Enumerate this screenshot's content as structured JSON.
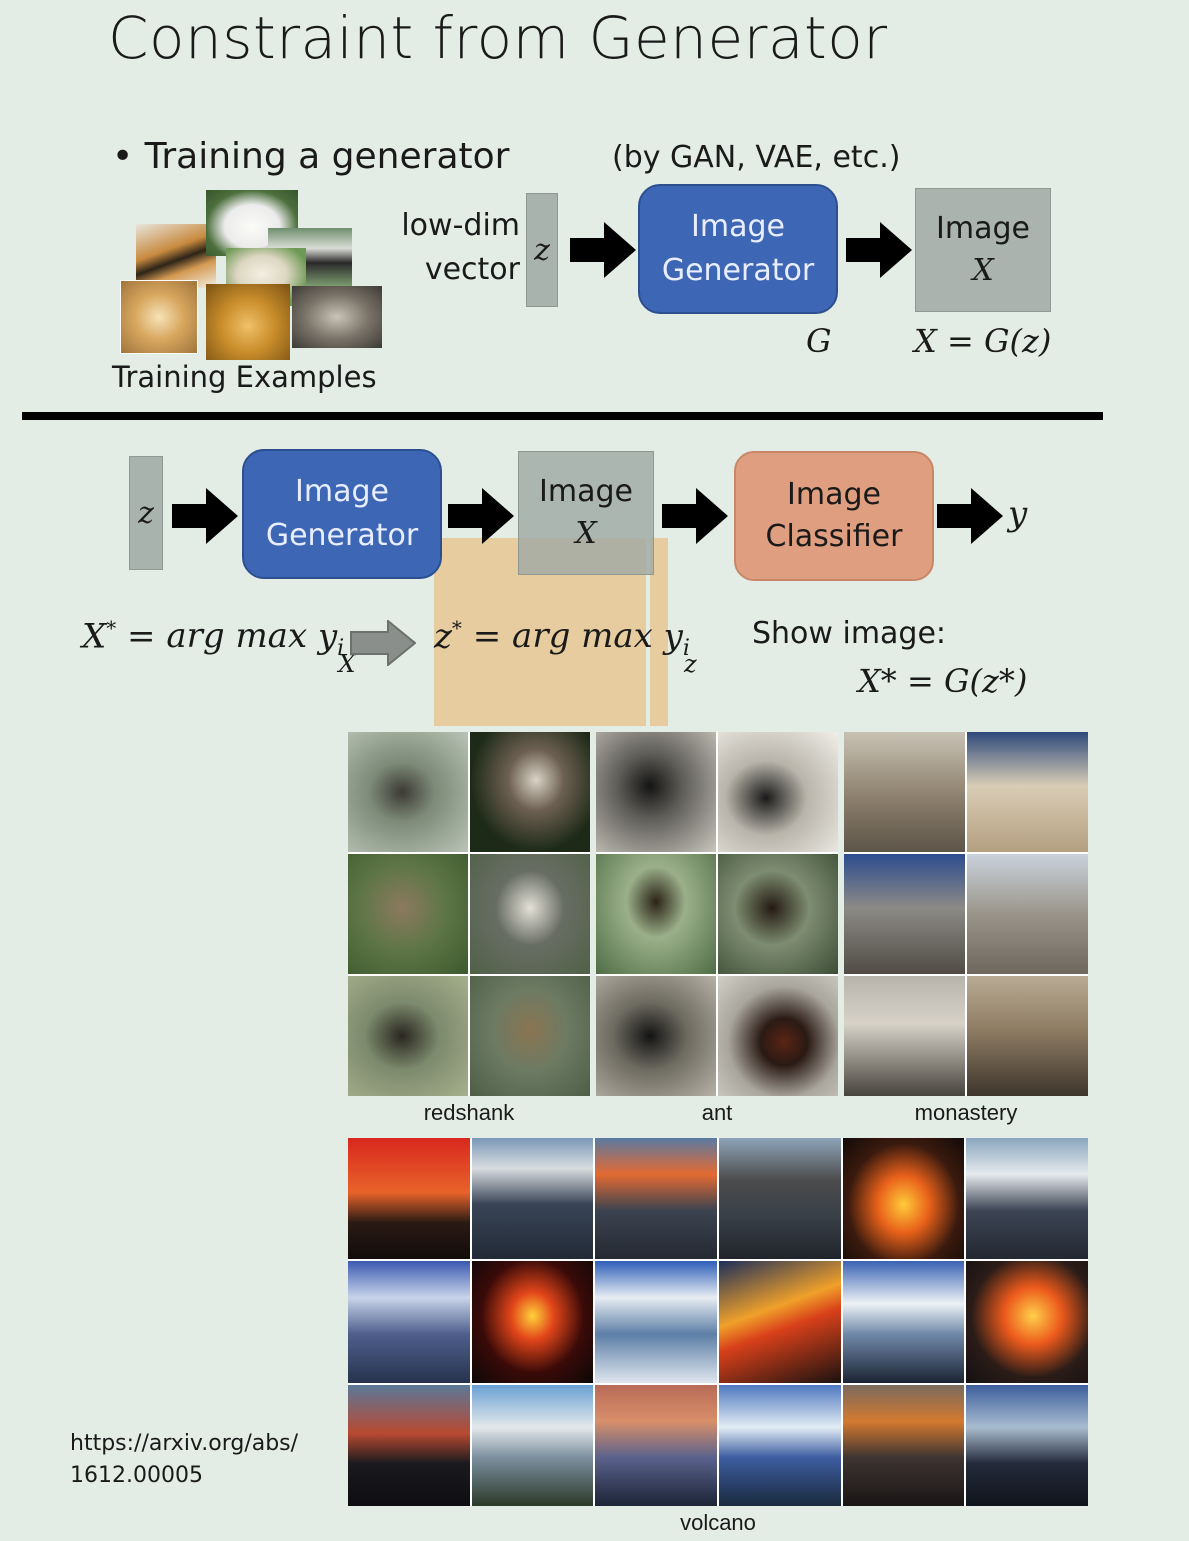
{
  "title": "Constraint from Generator",
  "top": {
    "bullet": "• Training a generator",
    "method_note": "(by GAN, VAE, etc.)",
    "lowdim_label": [
      "low-dim",
      "vector"
    ],
    "z": "z",
    "generator_label": [
      "Image",
      "Generator"
    ],
    "image_label": "Image",
    "image_var": "X",
    "g_label": "G",
    "equation": "X = G(z)",
    "training_caption": "Training Examples"
  },
  "pipeline": {
    "z": "z",
    "generator_label": [
      "Image",
      "Generator"
    ],
    "image_label": "Image",
    "image_var": "X",
    "classifier_label": [
      "Image",
      "Classifier"
    ],
    "output": "y"
  },
  "equations": {
    "x_lhs": "X",
    "star": "*",
    "equals": "=",
    "argmax": "arg max",
    "x_sub": "X",
    "y_var": "y",
    "y_sub": "i",
    "z_lhs": "z",
    "z_sub": "z",
    "show_image": "Show image:",
    "show_eq": "X* = G(z*)"
  },
  "gallery": {
    "captions": [
      "redshank",
      "ant",
      "monastery"
    ],
    "volcano_caption": "volcano"
  },
  "url": [
    "https://arxiv.org/abs/",
    "1612.00005"
  ],
  "colors": {
    "generator": "#3d66b5",
    "classifier": "#df9e80",
    "image_box": "#aab3ad",
    "highlight": "#e6c690"
  }
}
